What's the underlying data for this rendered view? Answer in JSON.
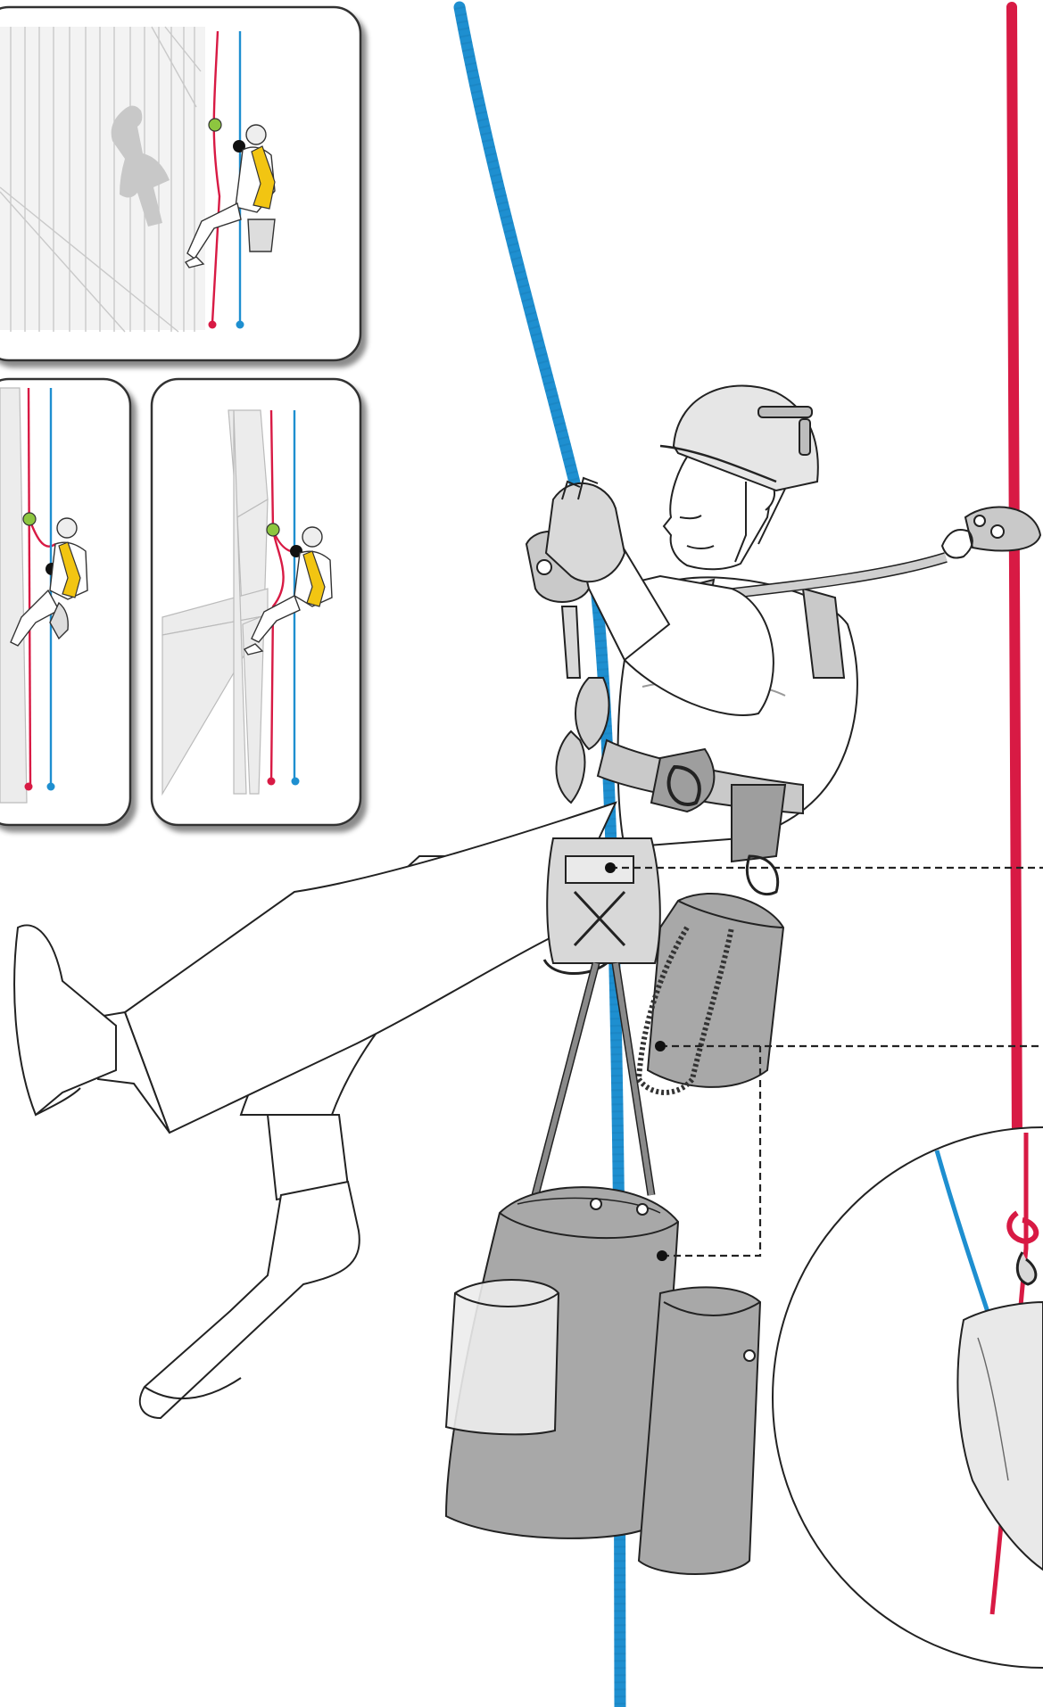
{
  "diagram": {
    "subject": "rope-access-worker-descending-with-tool-bags",
    "colors": {
      "main_rope": "#1e8fd0",
      "backup_rope": "#d81a44",
      "gear_gray": "#a8a8a8",
      "outline": "#222222",
      "harness_yellow": "#f2c512",
      "anchor_green": "#8dc63f",
      "panel_border": "#333333"
    },
    "inset_panels": [
      {
        "id": "building-facade"
      },
      {
        "id": "overhang"
      },
      {
        "id": "structure-beams"
      }
    ],
    "callouts": [
      {
        "id": "upper-dashed-callout"
      },
      {
        "id": "lower-dashed-callout"
      },
      {
        "id": "bag-connector-callout"
      }
    ],
    "detail_view": {
      "id": "knot-bag-detail"
    }
  }
}
